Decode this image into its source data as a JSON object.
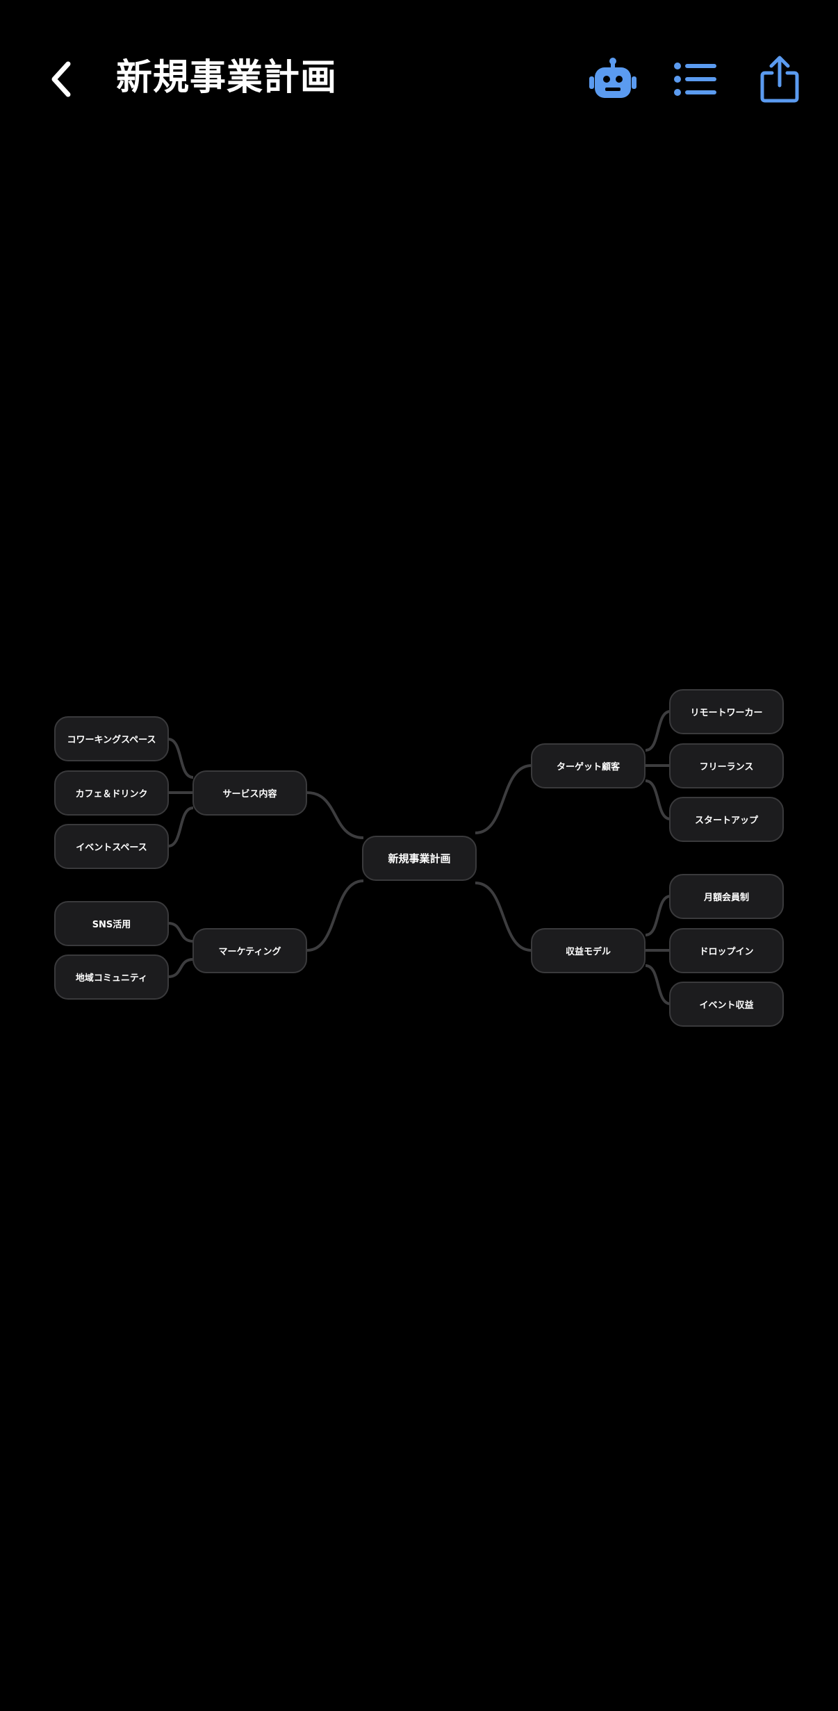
{
  "header": {
    "title": "新規事業計画",
    "back_icon": "chevron-left-icon",
    "actions": [
      {
        "name": "robot-button",
        "icon": "robot-icon"
      },
      {
        "name": "outline-list-button",
        "icon": "list-icon"
      },
      {
        "name": "share-button",
        "icon": "share-icon"
      }
    ]
  },
  "colors": {
    "background": "#000000",
    "accent": "#5b9bf0",
    "node_fill": "#1c1c1e",
    "node_border": "#3a3a3c",
    "edge": "#3d3d3f",
    "text": "#ffffff"
  },
  "mindmap": {
    "root": "新規事業計画",
    "branches": [
      {
        "label": "ターゲット顧客",
        "side": "right",
        "children": [
          "リモートワーカー",
          "フリーランス",
          "スタートアップ"
        ]
      },
      {
        "label": "収益モデル",
        "side": "right",
        "children": [
          "月額会員制",
          "ドロップイン",
          "イベント収益"
        ]
      },
      {
        "label": "サービス内容",
        "side": "left",
        "children": [
          "コワーキングスペース",
          "カフェ＆ドリンク",
          "イベントスペース"
        ]
      },
      {
        "label": "マーケティング",
        "side": "left",
        "children": [
          "SNS活用",
          "地域コミュニティ"
        ]
      }
    ]
  }
}
